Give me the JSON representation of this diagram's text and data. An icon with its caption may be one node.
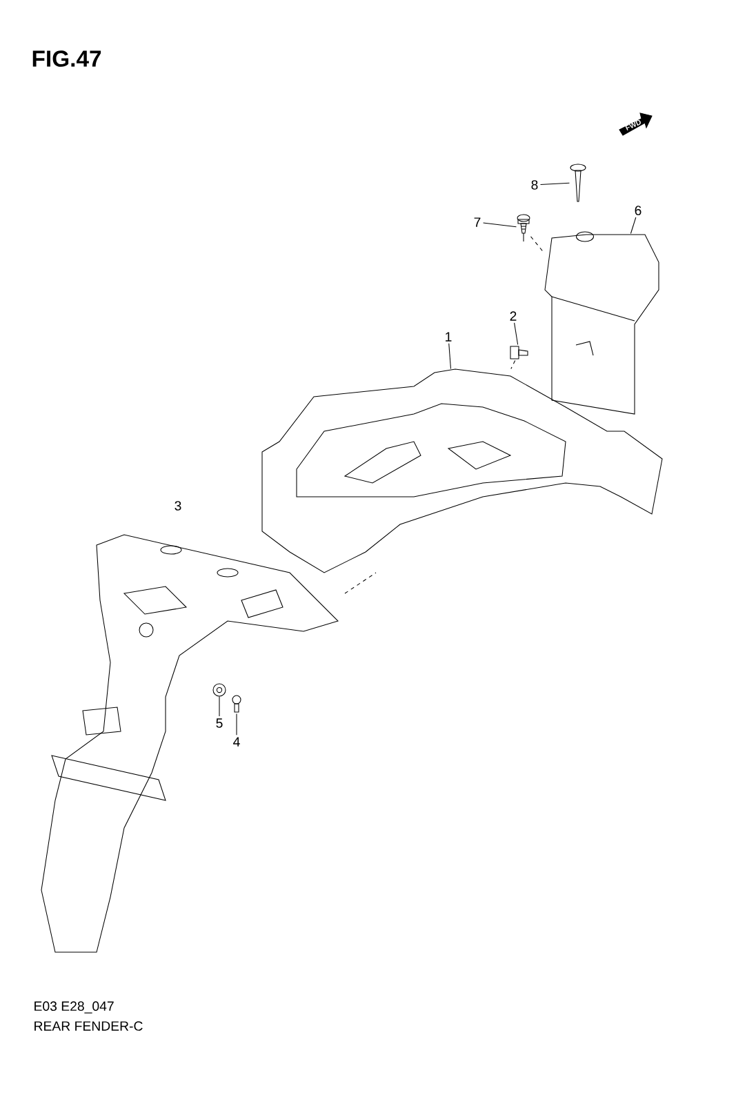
{
  "diagram": {
    "title": "FIG.47",
    "caption": "REAR FENDER-C",
    "nodes": [
      {
        "text": [
          "1"
        ]
      },
      {
        "text": [
          "2"
        ]
      },
      {
        "text": [
          "4"
        ]
      },
      {
        "text": [
          "5"
        ]
      },
      {
        "text": [
          "6"
        ]
      },
      {
        "text": [
          "7"
        ]
      },
      {
        "text": [
          "8"
        ]
      },
      {
        "text": [],
        "shape": "picture"
      },
      {
        "text": [],
        "shape": "picture"
      },
      {
        "text": [],
        "shape": "picture"
      },
      {
        "text": [],
        "shape": "circle"
      },
      {
        "text": [],
        "shape": "picture"
      },
      {
        "text": [],
        "shape": "picture"
      },
      {
        "text": [],
        "shape": "picture"
      }
    ],
    "edges": [
      {
        "from": 0,
        "to": 7,
        "arrow": "none"
      },
      {
        "from": 1,
        "to": 8,
        "arrow": "none"
      },
      {
        "from": 2,
        "to": 9,
        "arrow": "none"
      },
      {
        "from": 3,
        "to": 10,
        "arrow": "none"
      },
      {
        "from": 4,
        "to": 11,
        "arrow": "none"
      },
      {
        "from": 5,
        "to": 12,
        "arrow": "none"
      },
      {
        "from": 6,
        "to": 13,
        "arrow": "none"
      },
      {
        "from": 12,
        "to": 11,
        "arrow": "none",
        "style": "dashed"
      },
      {
        "from": 8,
        "to": 7,
        "arrow": "none",
        "style": "dashed"
      }
    ],
    "labels": [
      "FWD",
      "3",
      "E03 E28_047"
    ]
  }
}
